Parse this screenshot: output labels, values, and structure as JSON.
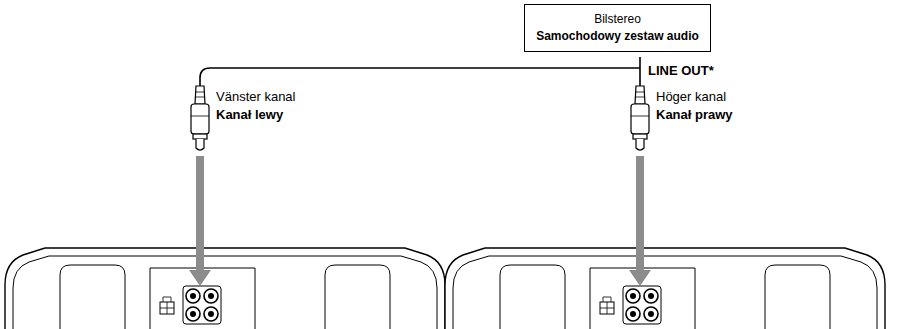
{
  "diagram": {
    "nodes": [
      {
        "text": [
          "Bilstereo",
          "Samochodowy zestaw audio"
        ]
      }
    ],
    "labels": [
      "LINE OUT*",
      "Vänster kanal",
      "Kanał lewy",
      "Höger kanal",
      "Kanał prawy"
    ]
  }
}
